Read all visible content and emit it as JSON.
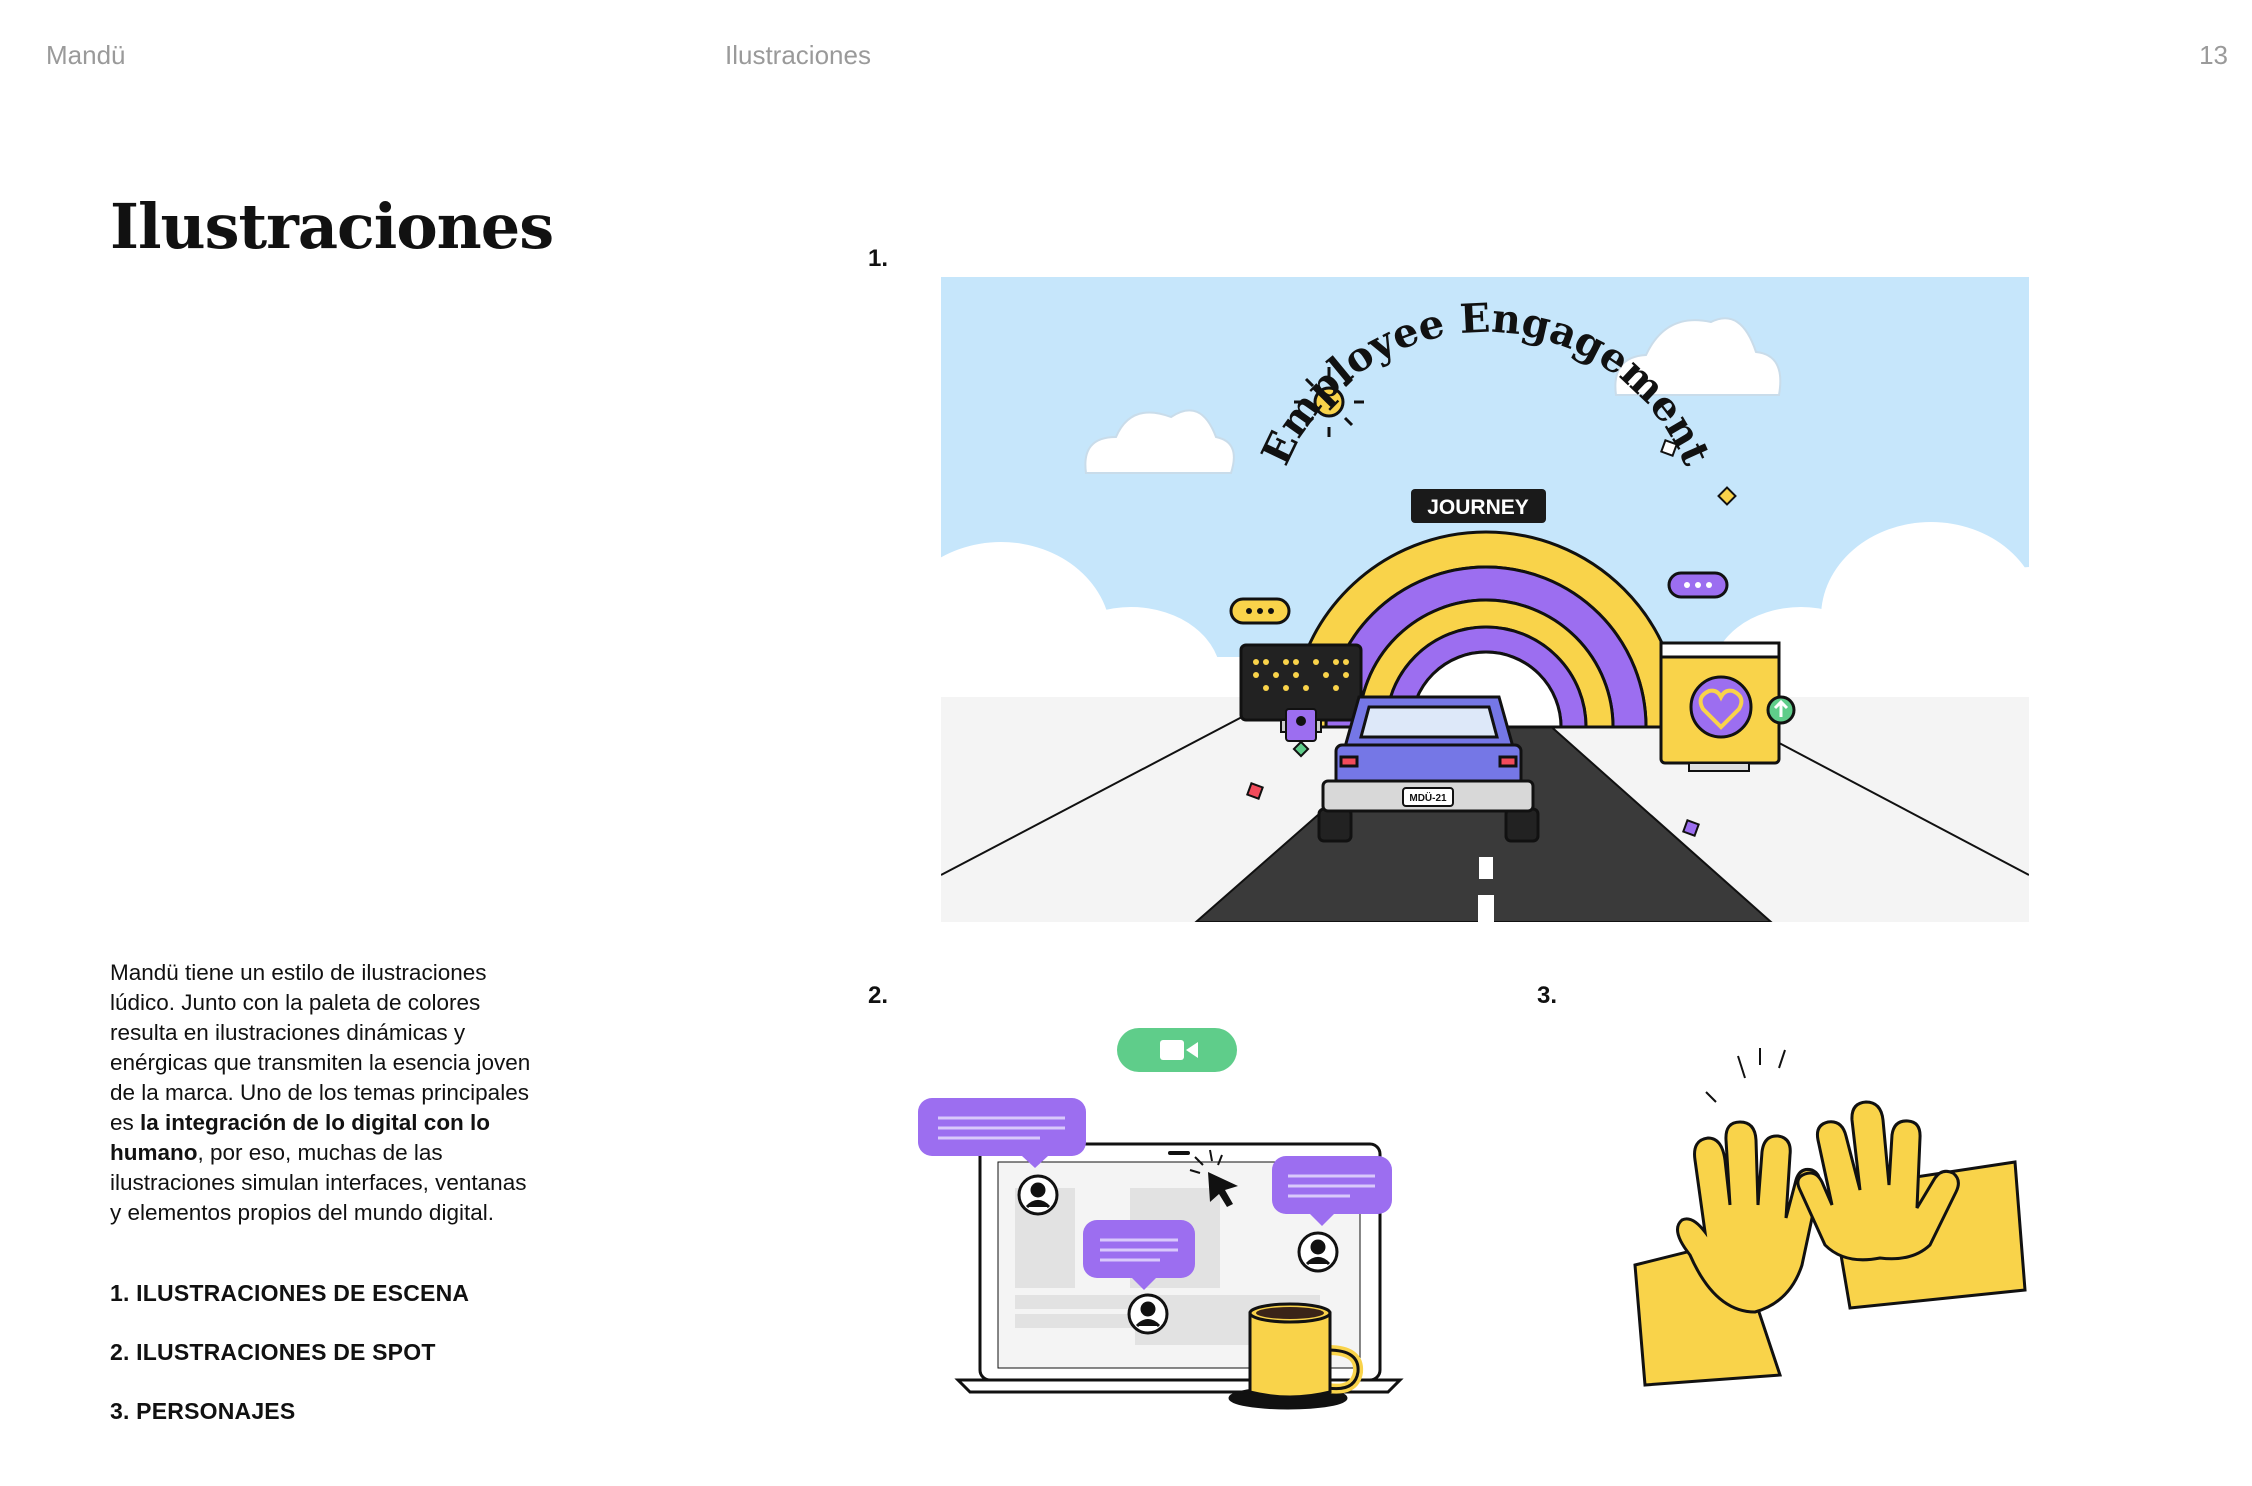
{
  "header": {
    "brand": "Mandü",
    "section": "Ilustraciones",
    "page_number": "13"
  },
  "title": "Ilustraciones",
  "body": {
    "part1": "Mandü tiene un estilo de ilustraciones lúdico. Junto con la paleta de colores resulta en ilustraciones dinámicas y enérgicas que transmiten la esencia joven de la marca. Uno de los temas principales es ",
    "bold": "la integración de lo digital con lo humano",
    "part2": ", por eso, muchas de las ilustraciones simulan interfaces, ventanas y elementos propios del mundo digital."
  },
  "list": [
    "1. ILUSTRACIONES DE ESCENA",
    "2. ILUSTRACIONES DE SPOT",
    "3. PERSONAJES"
  ],
  "figures": {
    "scene": {
      "number": "1.",
      "arch_text": "Employee Engagement",
      "badge": "JOURNEY",
      "plate": "MDÜ-21"
    },
    "spot": {
      "number": "2."
    },
    "characters": {
      "number": "3."
    }
  },
  "colors": {
    "sky": "#c6e6fb",
    "purple": "#9c6ef0",
    "yellow": "#f9d34a",
    "green": "#5fcd8a",
    "road": "#3a3a3a"
  }
}
